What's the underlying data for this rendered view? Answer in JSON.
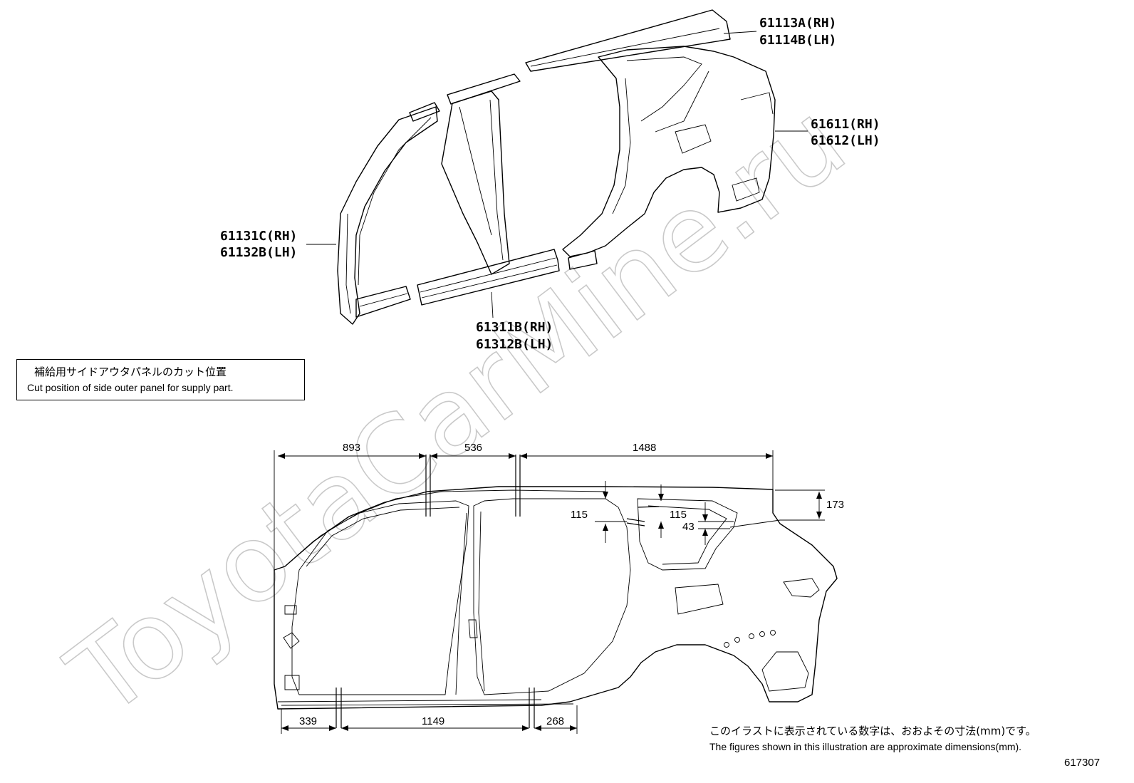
{
  "watermark": "ToyotaCarMine.ru",
  "parts": {
    "roof_rail": [
      "61113A(RH)",
      "61114B(LH)"
    ],
    "quarter_panel": [
      "61611(RH)",
      "61612(LH)"
    ],
    "front_pillar": [
      "61131C(RH)",
      "61132B(LH)"
    ],
    "rocker": [
      "61311B(RH)",
      "61312B(LH)"
    ]
  },
  "note": {
    "jp": "補給用サイドアウタパネルのカット位置",
    "en": "Cut position of side outer panel for supply part."
  },
  "dimensions": {
    "top": [
      "893",
      "536",
      "1488"
    ],
    "bottom": [
      "339",
      "1149",
      "268"
    ],
    "vertical": [
      "115",
      "115",
      "43",
      "173"
    ]
  },
  "footnote": {
    "jp": "このイラストに表示されている数字は、おおよその寸法(mm)です。",
    "en": "The figures shown in this illustration are approximate dimensions(mm)."
  },
  "figure_number": "617307"
}
